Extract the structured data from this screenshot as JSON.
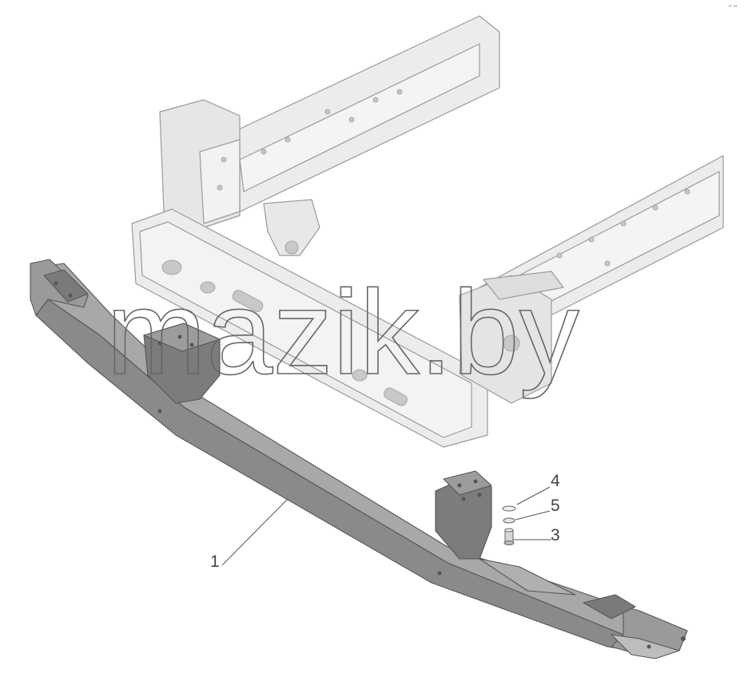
{
  "diagram": {
    "callouts": [
      {
        "id": "1",
        "label": "1"
      },
      {
        "id": "4",
        "label": "4"
      },
      {
        "id": "5",
        "label": "5"
      },
      {
        "id": "3",
        "label": "3"
      }
    ],
    "watermark": "mazik.by",
    "corner_mark": "•° ••",
    "colors": {
      "bumper_fill": "#8a8a8a",
      "bumper_top": "#a8a8a8",
      "bumper_dark": "#6e6e6e",
      "frame_fill": "#ececec",
      "frame_stroke": "#9a9a9a",
      "detail": "#c8c8c8"
    }
  }
}
